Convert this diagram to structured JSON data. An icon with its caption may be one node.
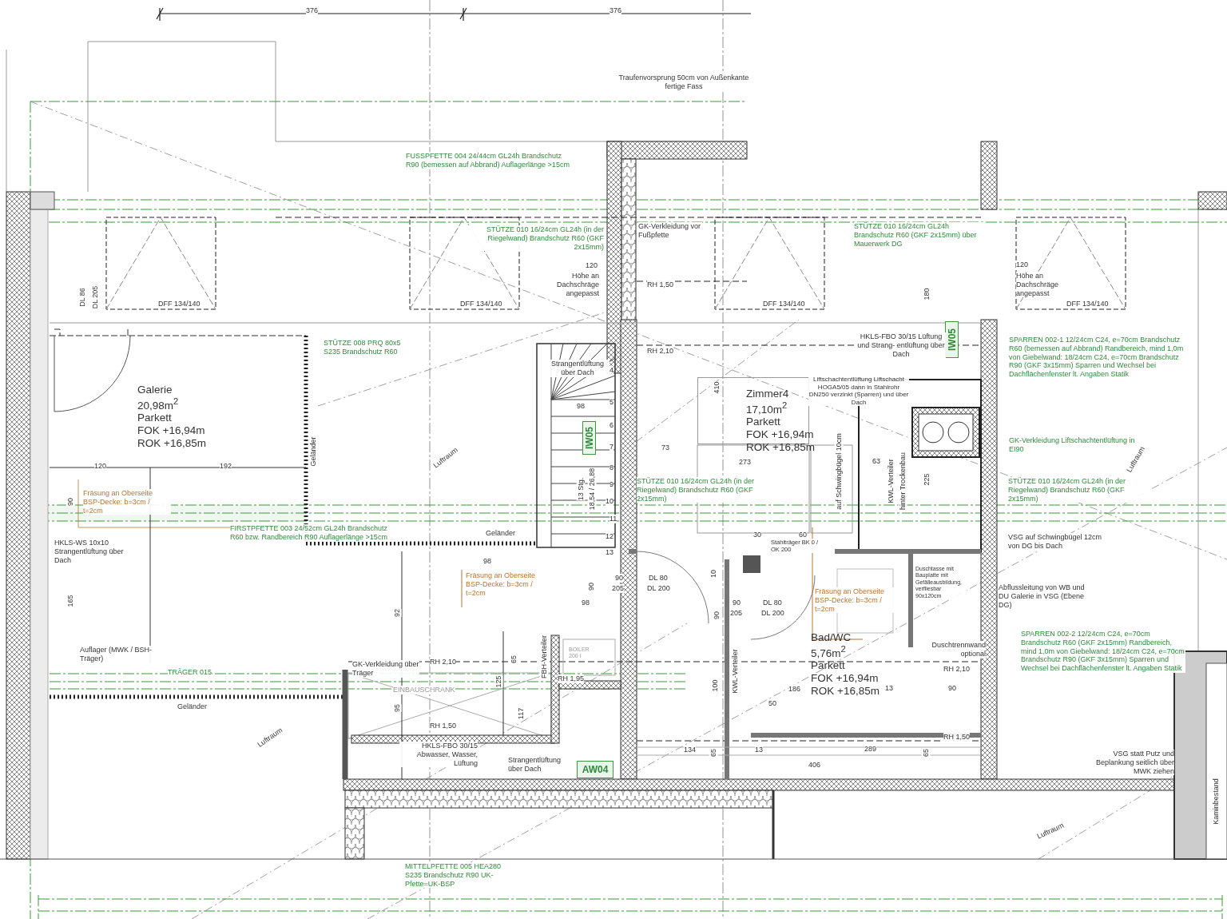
{
  "diagram": {
    "nodes": [
      {
        "text": [
          "IW05"
        ]
      },
      {
        "text": [
          "Galerie",
          "20,98m$^{2}$",
          "Parkett",
          "FOK +16,94m",
          "ROK +16,85m"
        ]
      },
      {
        "text": [
          "Zimmer4",
          "17,10m$^{2}$",
          "Parkett",
          "FOK +16,94m",
          "ROK +16,85m"
        ]
      },
      {
        "text": [
          "IW05"
        ]
      },
      {
        "text": [
          "Bad/WC",
          "5,76m$^{2}$",
          "Parkett",
          "FOK +16,94m",
          "ROK +16,85m"
        ]
      },
      {
        "text": [
          "AW04"
        ]
      }
    ],
    "labels": [
      "376",
      "376",
      "Traufenvorsprung 50cm von Außenkante fertige Fass",
      "FUSSPFETTE 004 24/44cm GL24h Brandschutz R90 (bemessen auf Abbrand) Auflagerlänge >15cm",
      "STÜTZE 010 16/24cm GL24h (in der Riegelwand) Brandschutz R60 (GKF 2x15mm)",
      "120",
      "Höhe an Dachschräge angepasst",
      "GK-Verkleidung vor Fußpfette",
      "STÜTZE 010 16/24cm GL24h Brandschutz R60 (GKF 2x15mm) über Mauerwerk DG",
      "120",
      "Höhe an Dachschräge angepasst",
      "DL 86",
      "DL 205",
      "DFF 134/140",
      "DFF 134/140",
      "DFF 134/140",
      "DFF 134/140",
      "RH 1,50",
      "180",
      "STÜTZE 008 PRQ 80x5 S235 Brandschutz R60",
      "RH 2,10",
      "HKLS-FBO 30/15 Lüftung und Strang- entlüftung über Dach",
      "SPARREN 002-1 12/24cm C24, e=70cm Brandschutz R60 (bemessen auf Abbrand) Randbereich, mind 1,0m von Giebelwand: 18/24cm C24, e=70cm Brandschutz R90 (GKF 3x15mm) Sparren und Wechsel bei Dachflächenfenster lt. Angaben Statik",
      "GK-Verkleidung Liftschachtentlüftung in EI90",
      "Strangentlüftung über Dach",
      "410",
      "Liftschachtentlüftung Liftschacht HOGA5/05 dann in Stahlrohr DN250 verzinkt (Sparren) und über Dach",
      "4",
      "5",
      "6",
      "7",
      "8",
      "9",
      "10",
      "11",
      "12",
      "13",
      "98",
      "13 Stg.",
      "18,54 / 26,88",
      "Geländer",
      "Luftraum",
      "120",
      "192",
      "Fräsung an Oberseite BSP-Decke: b=3cm / t=2cm",
      "73",
      "273",
      "63",
      "auf Schwingbügel 10cm",
      "KWL-Verteiler",
      "hinter Trockenbau",
      "225",
      "Luftraum",
      "STÜTZE 010 16/24cm GL24h (in der Riegelwand) Brandschutz R60 (GKF 2x15mm)",
      "STÜTZE 010 16/24cm GL24h (in der Riegelwand) Brandschutz R60 (GKF 2x15mm)",
      "Geländer",
      "HKLS-WS 10x10 Strangentlüftung über Dach",
      "FIRSTPFETTE 003 24/52cm GL24h Brandschutz R60 bzw. Randbereich R90 Auflagerlänge >15cm",
      "98",
      "VSG auf Schwingbügel 12cm von DG bis Dach",
      "30",
      "60",
      "Stahlträger BK 0 / OK 200",
      "10",
      "Fräsung an Oberseite BSP-Decke: b=3cm / t=2cm",
      "90",
      "205",
      "DL 80",
      "DL 200",
      "98",
      "90",
      "90",
      "205",
      "DL 80",
      "DL 200",
      "Fräsung an Oberseite BSP-Decke: b=3cm / t=2cm",
      "90",
      "Abflussleitung von WB und DU Galerie in VSG (Ebene DG)",
      "Duschtasse mit Bauplatte mit Gefälleausbildung, verfliesbar 90x120cm",
      "Duschtrennwand optional",
      "SPARREN 002-2 12/24cm C24, e=70cm Brandschutz R60 (GKF 2x15mm) Randbereich, mind 1,0m von Giebelwand: 18/24cm C24, e=70cm Brandschutz R90 (GKF 3x15mm) Sparren und Wechsel bei Dachflächenfenster lt. Angaben Statik",
      "RH 2,10",
      "186",
      "13",
      "90",
      "50",
      "RH 1,50",
      "Auflager (MWK / BSH-Träger)",
      "TRÄGER 015",
      "Geländer",
      "GK-Verkleidung über Träger",
      "RH 2,10",
      "65",
      "125",
      "95",
      "117",
      "EINBAUSCHRANK",
      "FBH-Verteiler",
      "BOILER 200 l",
      "RH 1,95",
      "RH 1,50",
      "HKLS-FBO 30/15 Abwasser, Wasser, Lüftung",
      "Strangentlüftung über Dach",
      "KWL-Verteiler",
      "100",
      "134",
      "13",
      "65",
      "289",
      "65",
      "406",
      "VSG statt Putz und Beplankung seitlich über MWK ziehen",
      "Luftraum",
      "Luftraum",
      "Kaminbestand",
      "MITTELPFETTE 005 HEA280 S235 Brandschutz R90 UK-Pfette=UK-BSP",
      "165",
      "92",
      "90"
    ]
  }
}
